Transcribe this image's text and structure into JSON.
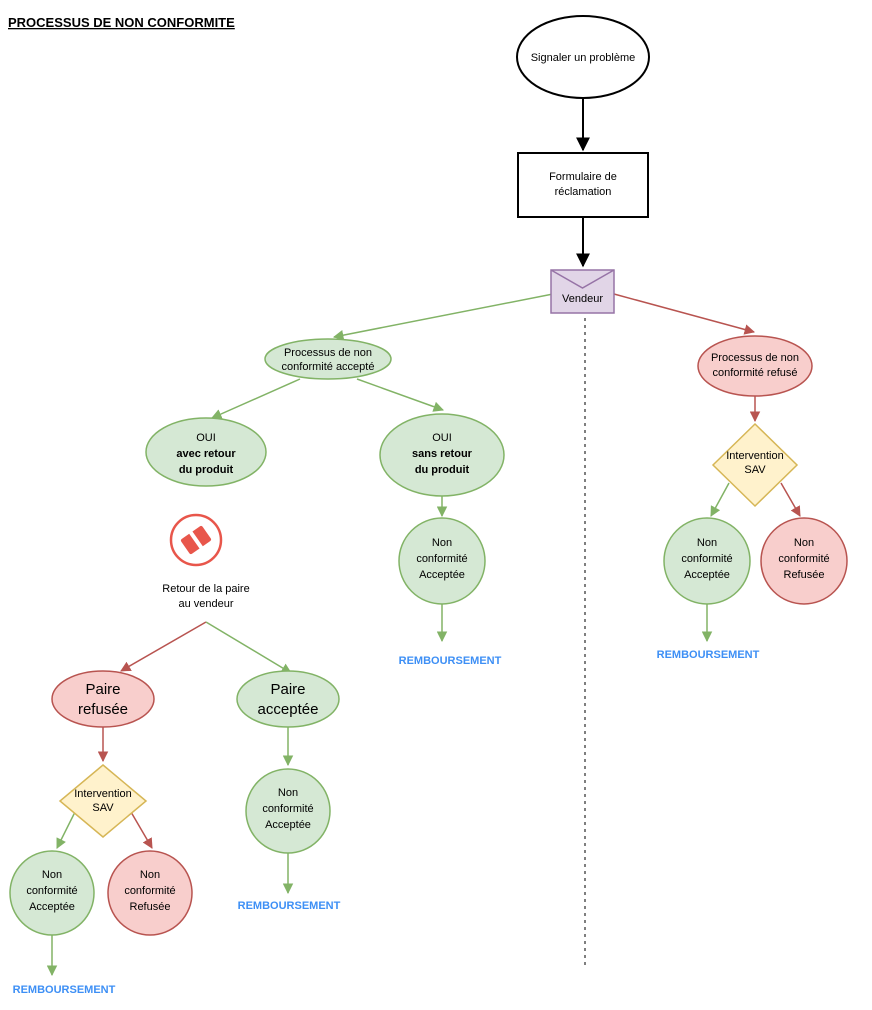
{
  "title": "PROCESSUS DE NON CONFORMITE",
  "colors": {
    "green_fill": "#d5e8d4",
    "green_stroke": "#82b366",
    "red_fill": "#f8cecc",
    "red_stroke": "#b85450",
    "yellow_fill": "#fff2cc",
    "yellow_stroke": "#d6b656",
    "purple_fill": "#e1d5e7",
    "purple_stroke": "#9673a6",
    "link_blue": "#3d8ff5"
  },
  "nodes": {
    "start": "Signaler un problème",
    "form_l1": "Formulaire de",
    "form_l2": "réclamation",
    "vendor": "Vendeur",
    "accepted_l1": "Processus de non",
    "accepted_l2": "conformité accepté",
    "refused_l1": "Processus de non",
    "refused_l2": "conformité refusé",
    "with_return_l1": "OUI",
    "with_return_l2": "avec retour",
    "with_return_l3": "du produit",
    "without_return_l1": "OUI",
    "without_return_l2": "sans retour",
    "without_return_l3": "du produit",
    "return_icon": "return-box-icon",
    "return_l1": "Retour de la paire",
    "return_l2": "au vendeur",
    "pair_refused_l1": "Paire",
    "pair_refused_l2": "refusée",
    "pair_accepted_l1": "Paire",
    "pair_accepted_l2": "acceptée",
    "sav_l1": "Intervention",
    "sav_l2": "SAV",
    "nc_l1": "Non",
    "nc_l2": "conformité",
    "nc_acc": "Acceptée",
    "nc_ref": "Refusée",
    "refund": "REMBOURSEMENT"
  }
}
